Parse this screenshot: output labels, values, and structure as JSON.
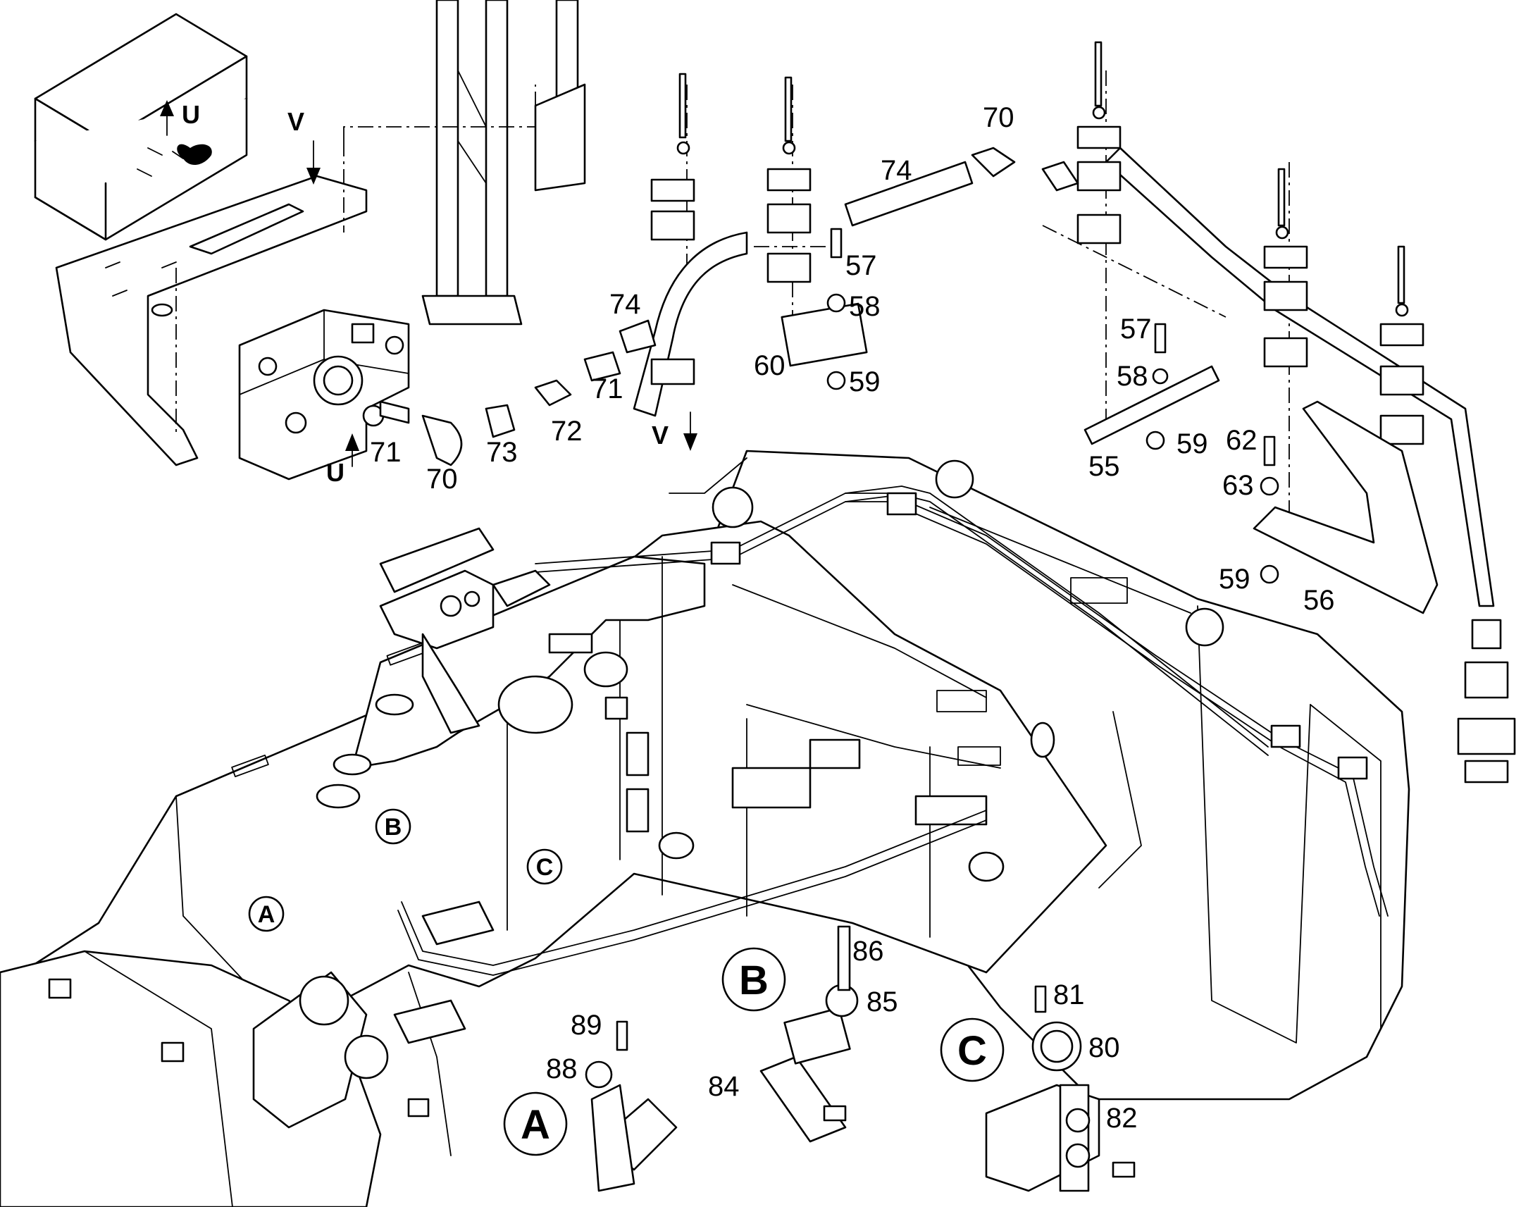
{
  "part_numbers": {
    "p55": "55",
    "p56": "56",
    "p57a": "57",
    "p57b": "57",
    "p58a": "58",
    "p58b": "58",
    "p59a": "59",
    "p59b": "59",
    "p59c": "59",
    "p60": "60",
    "p62": "62",
    "p63": "63",
    "p70a": "70",
    "p70b": "70",
    "p71a": "71",
    "p71b": "71",
    "p72": "72",
    "p73": "73",
    "p74a": "74",
    "p74b": "74",
    "p80": "80",
    "p81": "81",
    "p82": "82",
    "p84": "84",
    "p85": "85",
    "p86": "86",
    "p88": "88",
    "p89": "89"
  },
  "view_markers": {
    "u_top": "U",
    "u_bottom": "U",
    "v_top": "V",
    "v_bottom": "V"
  },
  "detail_labels": {
    "a": "A",
    "b": "B",
    "c": "C"
  },
  "callout_labels": {
    "a": "A",
    "b": "B",
    "c": "C"
  }
}
